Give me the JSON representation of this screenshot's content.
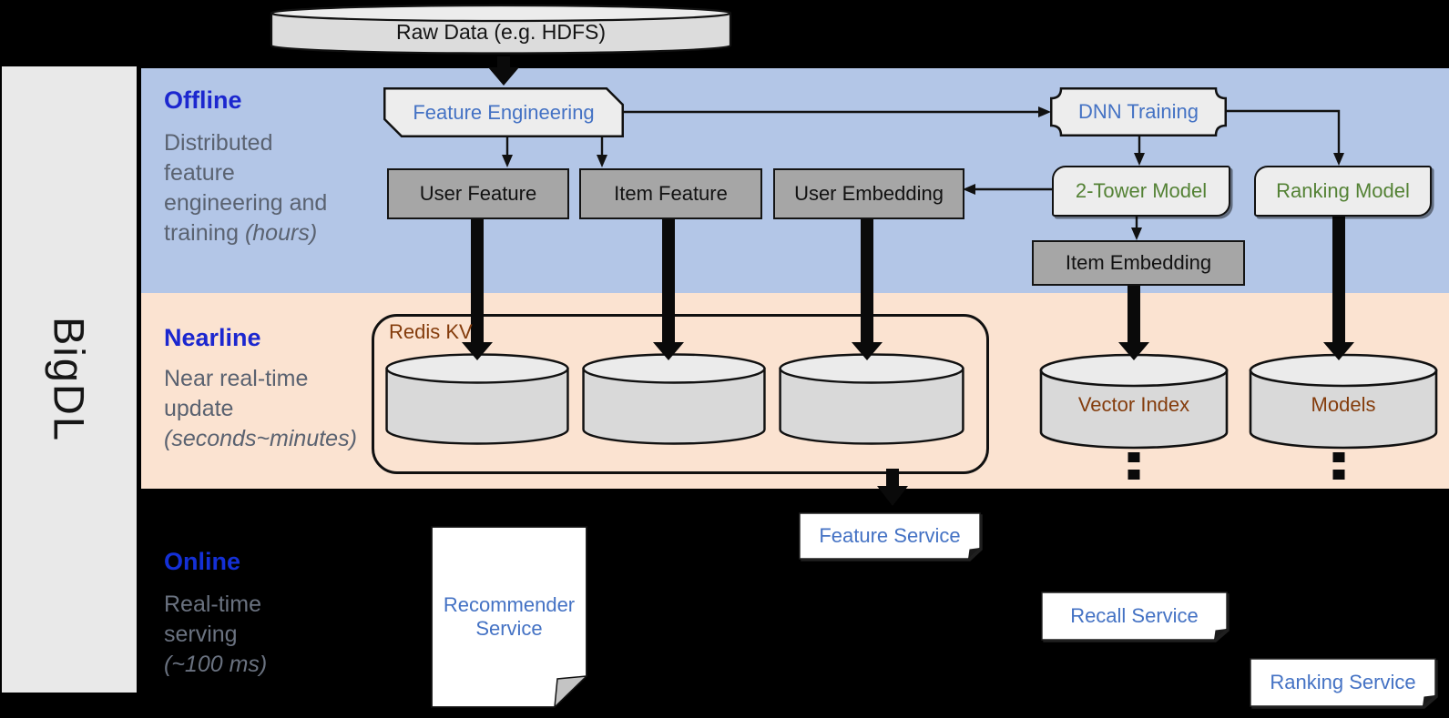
{
  "brand": {
    "label": "BigDL"
  },
  "raw_data": {
    "label": "Raw Data (e.g. HDFS)"
  },
  "sections": {
    "offline": {
      "title": "Offline",
      "desc1": "Distributed",
      "desc2": "feature",
      "desc3": "engineering and",
      "desc4": "training ",
      "desc4_italic": "(hours)"
    },
    "nearline": {
      "title": "Nearline",
      "desc1": "Near real-time",
      "desc2": "update",
      "desc3_italic": "(seconds~minutes)"
    },
    "online": {
      "title": "Online",
      "desc1": "Real-time",
      "desc2": "serving",
      "desc3_italic": "(~100 ms)"
    }
  },
  "boxes": {
    "feature_engineering": "Feature Engineering",
    "dnn_training": "DNN Training",
    "user_feature": "User Feature",
    "item_feature": "Item Feature",
    "user_embedding": "User Embedding",
    "two_tower_model": "2-Tower Model",
    "ranking_model": "Ranking Model",
    "item_embedding": "Item Embedding"
  },
  "stores": {
    "redis": "Redis KV",
    "vector_index": "Vector Index",
    "models": "Models"
  },
  "services": {
    "recommender": "Recommender Service",
    "feature": "Feature Service",
    "recall": "Recall Service",
    "ranking": "Ranking Service"
  },
  "colors": {
    "offline_band": "#b3c6e7",
    "nearline_band": "#fbe3d1",
    "section_title_blue": "#1c27cf",
    "description_gray": "#5a6270",
    "node_label_blue": "#4472c4",
    "model_label_green": "#548235",
    "store_label_brown": "#843c0c",
    "gray_box_fill": "#a6a6a6",
    "light_box_fill": "#ededed",
    "cylinder_fill": "#d9d9d9"
  }
}
